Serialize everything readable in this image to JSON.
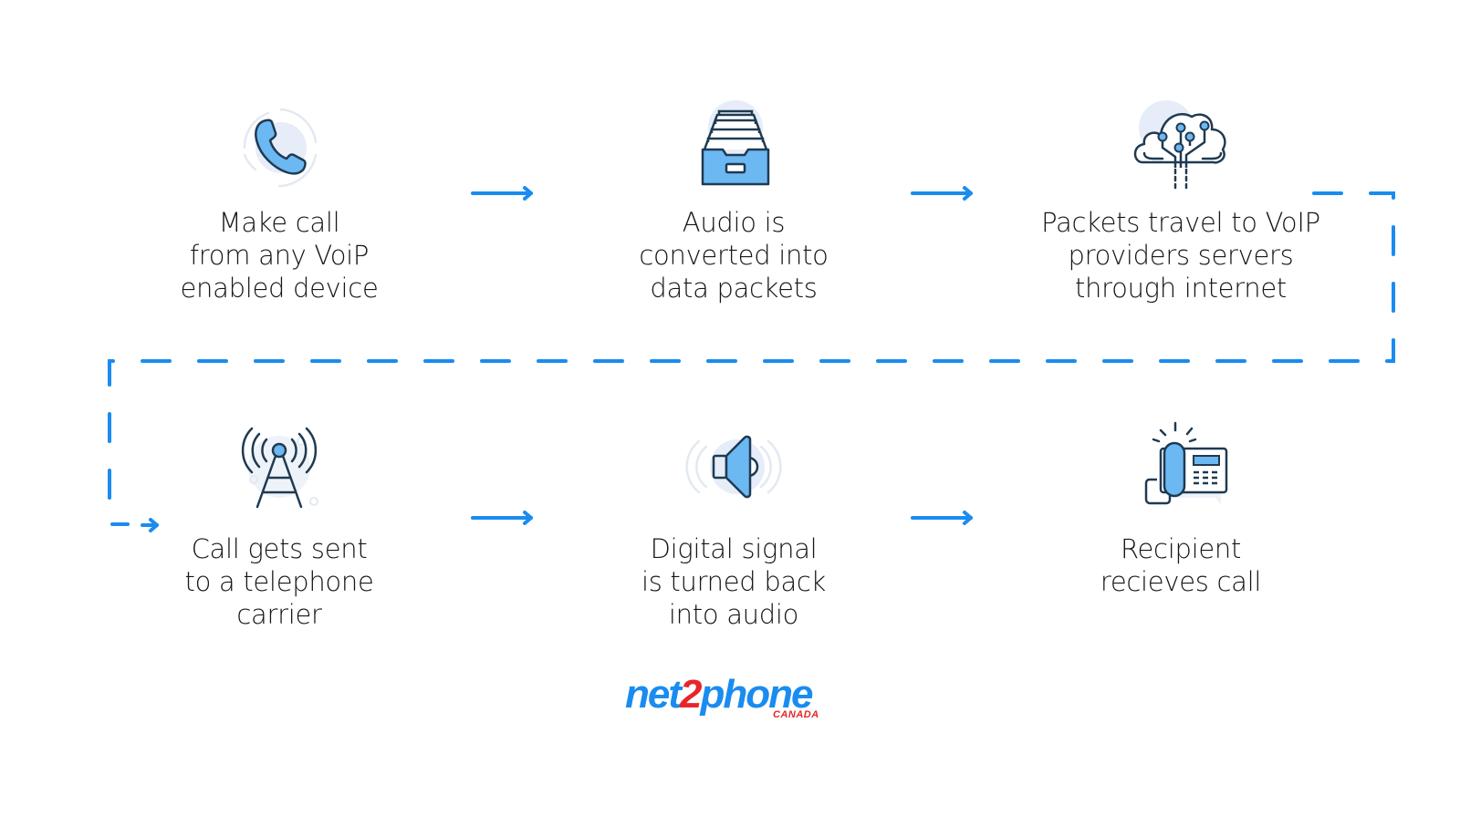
{
  "diagram": {
    "title": "How VoIP works",
    "colors": {
      "accent": "#1a8cf0",
      "icon_fill": "#6cb8f3",
      "icon_stroke": "#1f3a52",
      "icon_halo": "#e6edf8",
      "text": "#161616",
      "logo_red": "#e8262a"
    },
    "steps": [
      {
        "id": 1,
        "icon": "phone-handset-icon",
        "lines": [
          "Make call",
          "from any VoiP",
          "enabled device"
        ]
      },
      {
        "id": 2,
        "icon": "file-drawer-icon",
        "lines": [
          "Audio is",
          "converted into",
          "data packets"
        ]
      },
      {
        "id": 3,
        "icon": "cloud-network-icon",
        "lines": [
          "Packets travel to VoIP",
          "providers servers",
          "through internet"
        ]
      },
      {
        "id": 4,
        "icon": "radio-tower-icon",
        "lines": [
          "Call gets sent",
          "to a telephone",
          "carrier"
        ]
      },
      {
        "id": 5,
        "icon": "speaker-icon",
        "lines": [
          "Digital signal",
          "is turned back",
          "into audio"
        ]
      },
      {
        "id": 6,
        "icon": "desk-phone-icon",
        "lines": [
          "Recipient",
          "recieves call"
        ]
      }
    ],
    "connectors": [
      {
        "from": 1,
        "to": 2,
        "style": "solid-arrow"
      },
      {
        "from": 2,
        "to": 3,
        "style": "solid-arrow"
      },
      {
        "from": 3,
        "to": 4,
        "style": "dashed-path"
      },
      {
        "from": 4,
        "to": 5,
        "style": "solid-arrow"
      },
      {
        "from": 5,
        "to": 6,
        "style": "solid-arrow"
      }
    ]
  },
  "logo": {
    "part1": "net",
    "part2": "2",
    "part3": "phone",
    "subtitle": "CANADA"
  }
}
